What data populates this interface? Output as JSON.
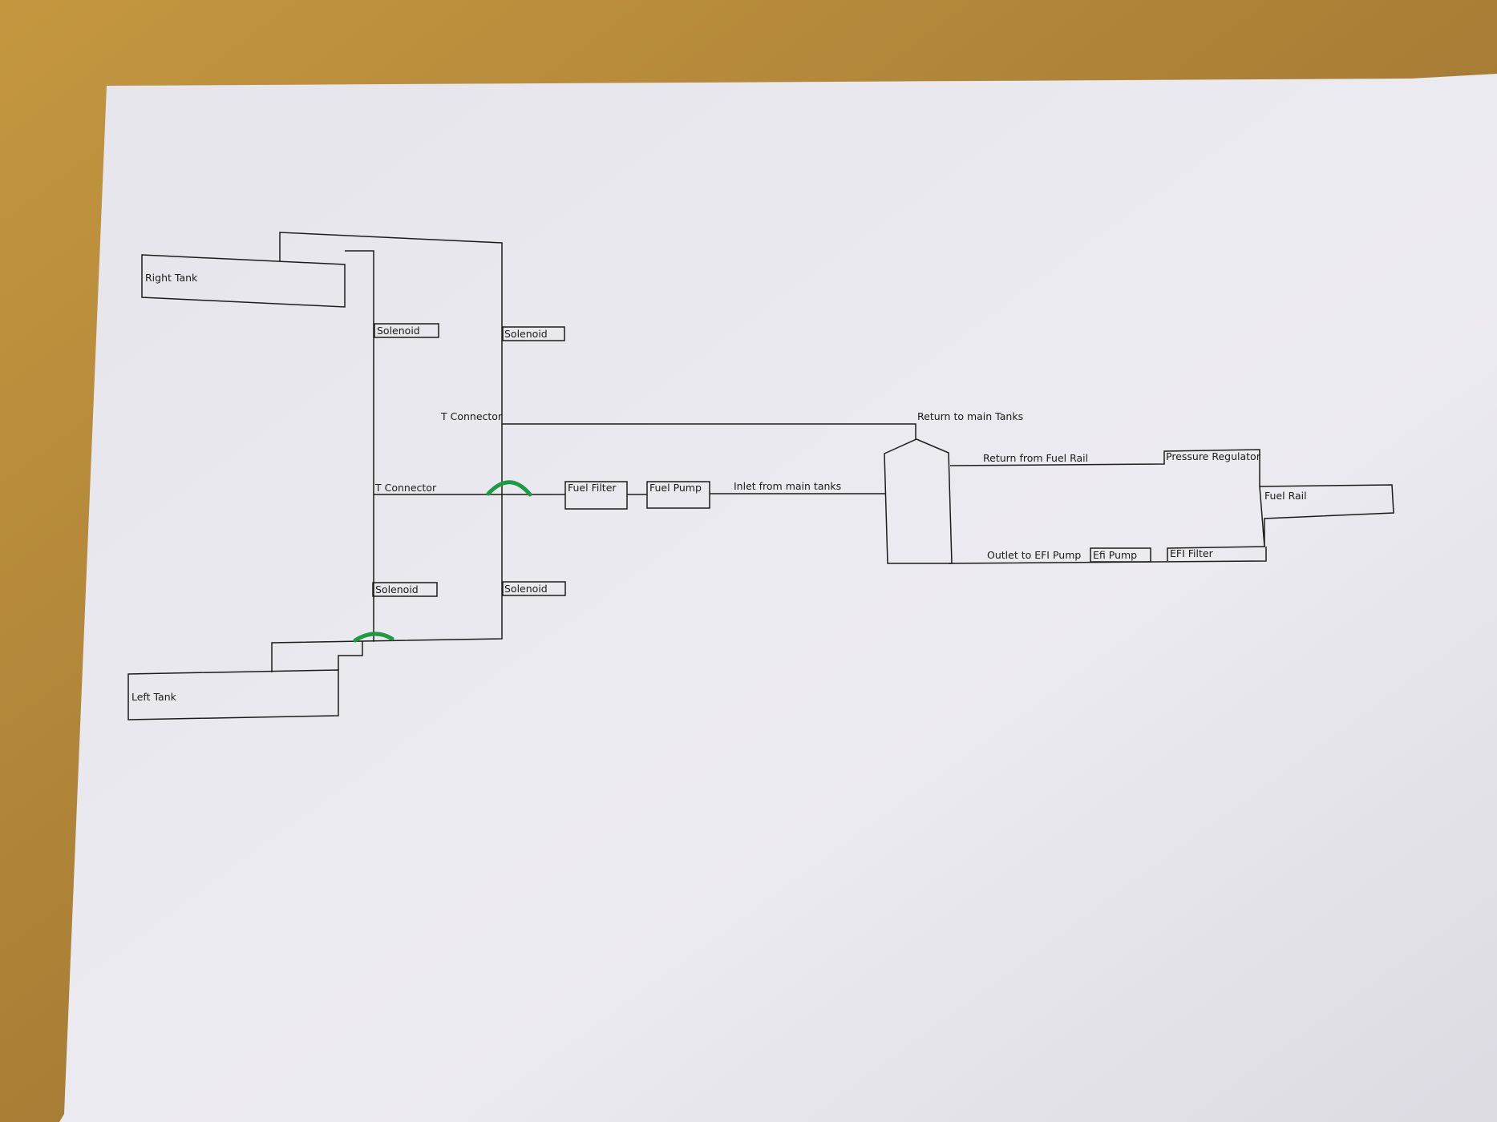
{
  "colors": {
    "desk": "#b58a3c",
    "paper": "#e9e8ee",
    "ink": "#1c1c1c",
    "marker": "#1e9a43"
  },
  "labels": {
    "right_tank": "Right Tank",
    "left_tank": "Left Tank",
    "solenoid_top_left": "Solenoid",
    "solenoid_top_right": "Solenoid",
    "solenoid_bottom_left": "Solenoid",
    "solenoid_bottom_right": "Solenoid",
    "t_connector_right": "T Connector",
    "t_connector_left": "T Connector",
    "fuel_filter": "Fuel Filter",
    "fuel_pump": "Fuel Pump",
    "inlet_from_main_tanks": "Inlet from main tanks",
    "return_to_main_tanks": "Return to main Tanks",
    "return_from_fuel_rail": "Return from Fuel Rail",
    "pressure_regulator": "Pressure Regulator",
    "fuel_rail": "Fuel Rail",
    "outlet_to_efi_pump": "Outlet to EFI Pump",
    "efi_pump": "Efi Pump",
    "efi_filter": "EFI Filter"
  }
}
